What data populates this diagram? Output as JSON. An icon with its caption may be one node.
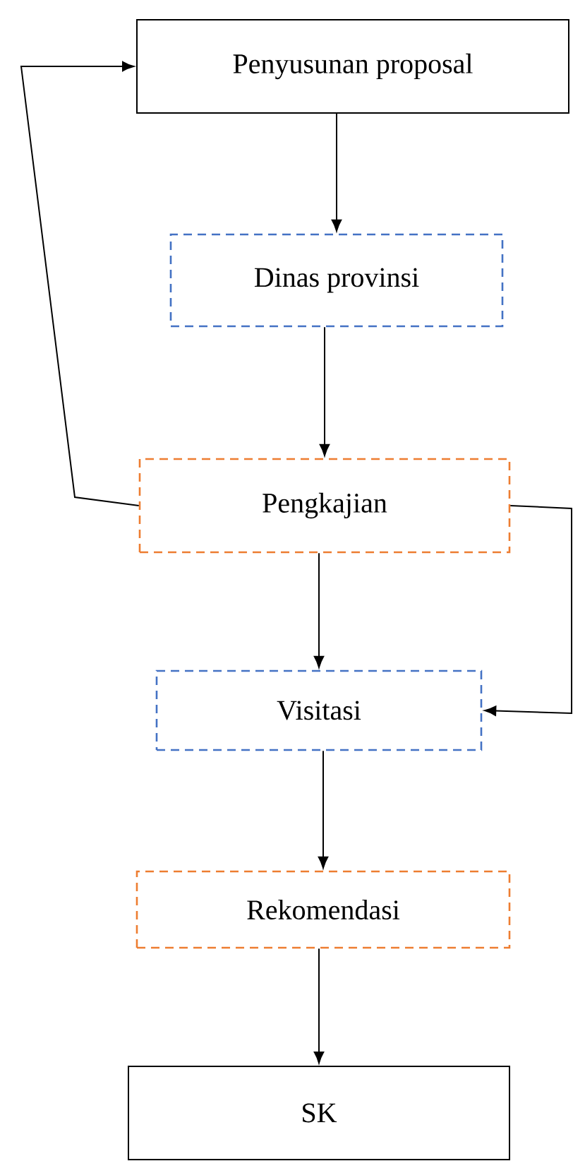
{
  "diagram": {
    "nodes": [
      {
        "text": [
          "Penyusunan proposal"
        ]
      },
      {
        "text": [
          "Dinas provinsi"
        ]
      },
      {
        "text": [
          "Pengkajian"
        ]
      },
      {
        "text": [
          "Visitasi"
        ]
      },
      {
        "text": [
          "Rekomendasi"
        ]
      },
      {
        "text": [
          "SK"
        ]
      }
    ],
    "edges": [
      {
        "from": 0,
        "to": 1,
        "arrow": "to"
      },
      {
        "from": 1,
        "to": 2,
        "arrow": "to"
      },
      {
        "from": 2,
        "to": 3,
        "arrow": "to"
      },
      {
        "from": 3,
        "to": 4,
        "arrow": "to"
      },
      {
        "from": 4,
        "to": 5,
        "arrow": "to"
      },
      {
        "from": 2,
        "to": 0,
        "arrow": "to"
      },
      {
        "from": 2,
        "to": 3,
        "arrow": "to"
      }
    ]
  }
}
